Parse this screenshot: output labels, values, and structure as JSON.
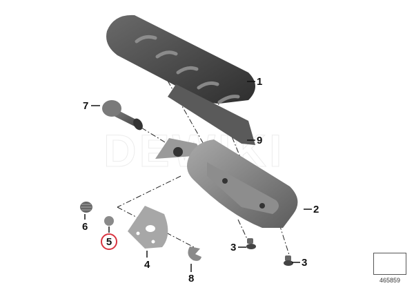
{
  "diagram": {
    "type": "exploded-parts-diagram",
    "subject": "Footrest assembly",
    "watermark": "DEWIKI",
    "reference_number": "465859",
    "highlighted_part": "5",
    "highlight_color": "#d9333f",
    "callouts": [
      {
        "id": "1",
        "label": "1",
        "part": "Footrest rubber pad"
      },
      {
        "id": "2",
        "label": "2",
        "part": "Footrest"
      },
      {
        "id": "3a",
        "label": "3",
        "part": "Screw"
      },
      {
        "id": "3b",
        "label": "3",
        "part": "Screw"
      },
      {
        "id": "4",
        "label": "4",
        "part": "Plate"
      },
      {
        "id": "5",
        "label": "5",
        "part": "Ball"
      },
      {
        "id": "6",
        "label": "6",
        "part": "Spring"
      },
      {
        "id": "7",
        "label": "7",
        "part": "Pin"
      },
      {
        "id": "8",
        "label": "8",
        "part": "Circlip"
      },
      {
        "id": "9",
        "label": "9",
        "part": "Plate"
      }
    ]
  }
}
